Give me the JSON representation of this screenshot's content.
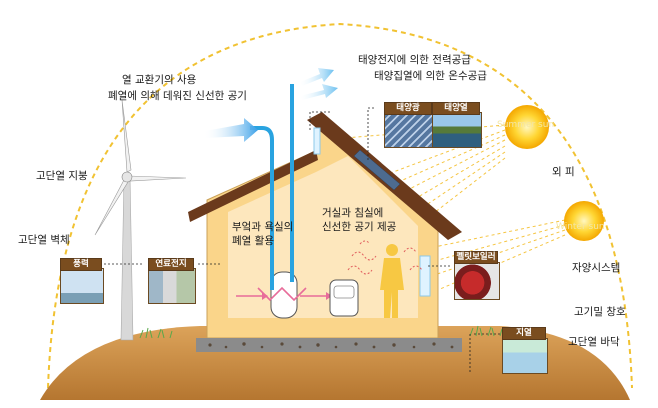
{
  "labels": {
    "heat_exchanger_line1": "열 교환기의 사용",
    "heat_exchanger_line2": "폐열에 의해 데워진 신선한 공기",
    "pv_supply": "태양전지에 의한 전력공급",
    "solar_thermal_supply": "태양집열에 의한 온수공급",
    "summer_sun": "Summer sun",
    "winter_sun": "Winter sun",
    "eaves": "외 피",
    "insulated_roof": "고단열 지붕",
    "insulated_wall": "고단열 벽체",
    "kitchen_bath": "부엌과 욕실의\n폐열 활용",
    "living_room": "거실과 침실에\n신선한 공기 제공",
    "solar_system": "자양시스템",
    "airtight_window": "고기밀 창호",
    "insulated_floor": "고단열 바닥"
  },
  "tags": {
    "solar_panel": "태양광",
    "solar_thermal": "태양열",
    "wind": "풍력",
    "fuel_cell": "연료전지",
    "pellet_boiler": "펠릿보일러",
    "geothermal": "지열"
  },
  "colors": {
    "dome": "#f1c232",
    "ground": "#c98b3f",
    "house_wall": "#fad58a",
    "roof": "#6b3a1c",
    "duct": "#29a3e0",
    "sun": "#ffc107",
    "tag_bg": "#7a4d1f"
  }
}
